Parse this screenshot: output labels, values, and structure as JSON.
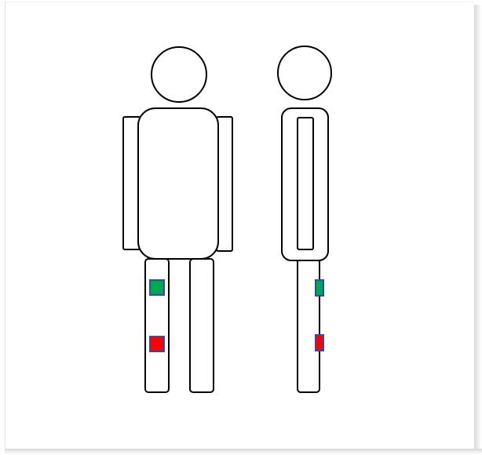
{
  "diagram": {
    "background_color": "#ffffff",
    "outline_color": "#000000",
    "figures": [
      {
        "view": "front",
        "markers": [
          {
            "position": "upper-left-leg",
            "fill": "#00a651",
            "border": "#2e4fa3"
          },
          {
            "position": "lower-left-leg",
            "fill": "#ff0000",
            "border": "#2e4fa3"
          }
        ]
      },
      {
        "view": "side",
        "markers": [
          {
            "position": "upper-leg",
            "fill": "#00a651",
            "border": "#2e4fa3"
          },
          {
            "position": "lower-leg",
            "fill": "#ff0000",
            "border": "#2e4fa3"
          }
        ]
      }
    ]
  }
}
